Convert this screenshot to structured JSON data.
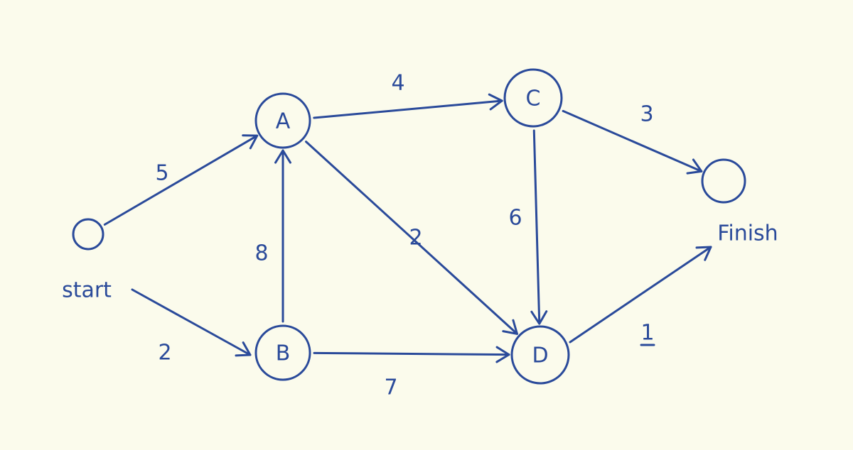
{
  "diagram": {
    "ink_color": "#2a4a9a",
    "paper_color": "#fbfbec",
    "nodes": [
      {
        "id": "start",
        "label": "",
        "caption": "start"
      },
      {
        "id": "A",
        "label": "A",
        "caption": ""
      },
      {
        "id": "B",
        "label": "B",
        "caption": ""
      },
      {
        "id": "C",
        "label": "C",
        "caption": ""
      },
      {
        "id": "D",
        "label": "D",
        "caption": ""
      },
      {
        "id": "finish",
        "label": "",
        "caption": "Finish"
      }
    ],
    "edges": [
      {
        "from": "start",
        "to": "A",
        "weight": "5"
      },
      {
        "from": "start",
        "to": "B",
        "weight": "2"
      },
      {
        "from": "B",
        "to": "A",
        "weight": "8"
      },
      {
        "from": "A",
        "to": "C",
        "weight": "4"
      },
      {
        "from": "A",
        "to": "D",
        "weight": "2"
      },
      {
        "from": "B",
        "to": "D",
        "weight": "7"
      },
      {
        "from": "C",
        "to": "D",
        "weight": "6"
      },
      {
        "from": "C",
        "to": "finish",
        "weight": "3"
      },
      {
        "from": "D",
        "to": "finish",
        "weight": "1"
      }
    ]
  }
}
